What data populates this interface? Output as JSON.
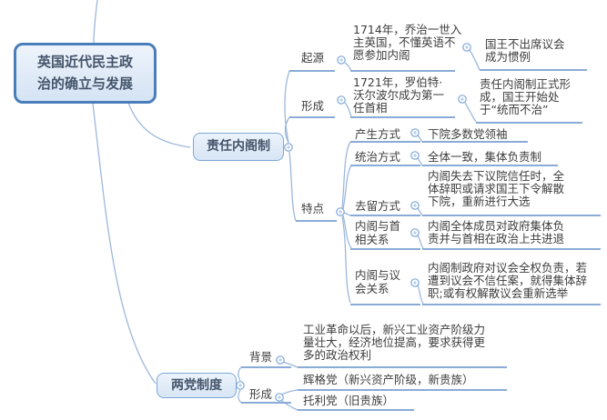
{
  "map": {
    "root": {
      "label": "英国近代民主政\n治的确立与发展"
    },
    "cabinet": {
      "label": "责任内阁制",
      "origin": {
        "label": "起源",
        "event": "1714年，乔治一世入\n主英国，不懂英语不\n愿参加内阁",
        "result": "国王不出席议会\n成为惯例"
      },
      "formation": {
        "label": "形成",
        "event": "1721年，罗伯特·\n沃尔波尔成为第一\n任首相",
        "result": "责任内阁制正式形\n成，国王开始处\n于“统而不治”"
      },
      "features": {
        "label": "特点",
        "items": [
          {
            "label": "产生方式",
            "desc": "下院多数党领袖"
          },
          {
            "label": "统治方式",
            "desc": "全体一致，集体负责制"
          },
          {
            "label": "去留方式",
            "desc": "内阁失去下议院信任时，全\n体辞职或请求国王下令解散\n下院，重新进行大选"
          },
          {
            "label": "内阁与首\n相关系",
            "desc": "内阁全体成员对政府集体负\n责并与首相在政治上共进退"
          },
          {
            "label": "内阁与议\n会关系",
            "desc": "内阁制政府对议会全权负责，若\n遭到议会不信任案，就得集体辞\n职;或有权解散议会重新选举"
          }
        ]
      }
    },
    "twoparty": {
      "label": "两党制度",
      "background": {
        "label": "背景",
        "desc": "工业革命以后，新兴工业资产阶级力\n量壮大，经济地位提高，要求获得更\n多的政治权利"
      },
      "formation": {
        "label": "形成",
        "parties": [
          "辉格党（新兴资产阶级，新贵族）",
          "托利党（旧贵族）"
        ]
      }
    },
    "colors": {
      "accent_border": "#4a7ebb",
      "node_border": "#7da7d9",
      "node_fill": "#d7e5f5",
      "branch_line": "#8aabd6",
      "text": "#3d3d3d",
      "box_text": "#44546a"
    }
  }
}
